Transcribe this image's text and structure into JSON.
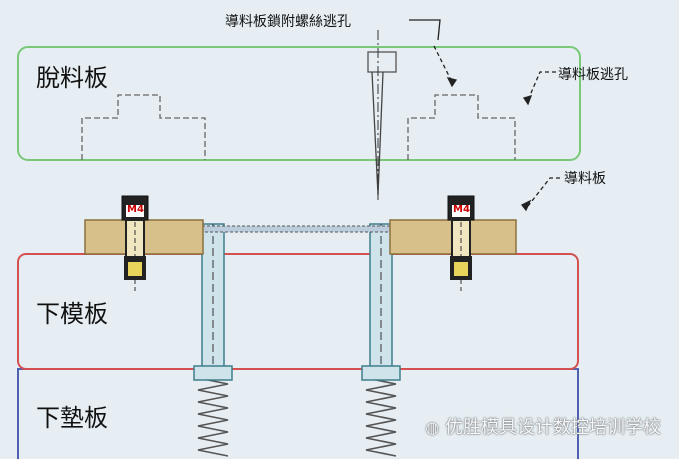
{
  "labels": {
    "stripper_plate": "脫料板",
    "lower_die_plate": "下模板",
    "lower_backing_plate": "下墊板",
    "guide_plate": "導料板",
    "guide_plate_clearance_hole": "導料板逃孔",
    "guide_plate_screw_clearance_hole": "導料板鎖附螺絲逃孔",
    "screw_size_left": "M4",
    "screw_size_right": "M4"
  },
  "watermark": "优胜模具设计数控培训学校",
  "colors": {
    "stripper_outline": "#78c878",
    "die_plate_outline": "#d55050",
    "backing_outline": "#5060b0",
    "guide_plate_fill": "#d8c08a",
    "dashed": "#666666",
    "leader": "#222222",
    "background": "#e6eef3"
  }
}
